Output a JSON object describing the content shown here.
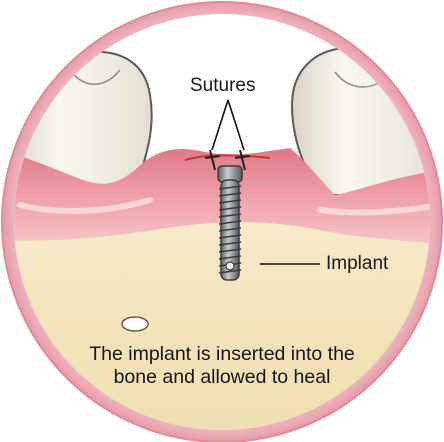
{
  "labels": {
    "sutures": "Sutures",
    "implant": "Implant"
  },
  "caption": {
    "line1": "The implant is inserted into the",
    "line2": "bone and allowed to heal"
  },
  "colors": {
    "outer_ring": "#f0b8c2",
    "gum": "#e58a97",
    "gum_light": "#f4c4c9",
    "bone": "#f3e6c3",
    "bone_dark": "#e6d3a4",
    "tooth": "#f5f2ea",
    "implant_metal": "#8a8d90",
    "suture": "#c0392b"
  }
}
